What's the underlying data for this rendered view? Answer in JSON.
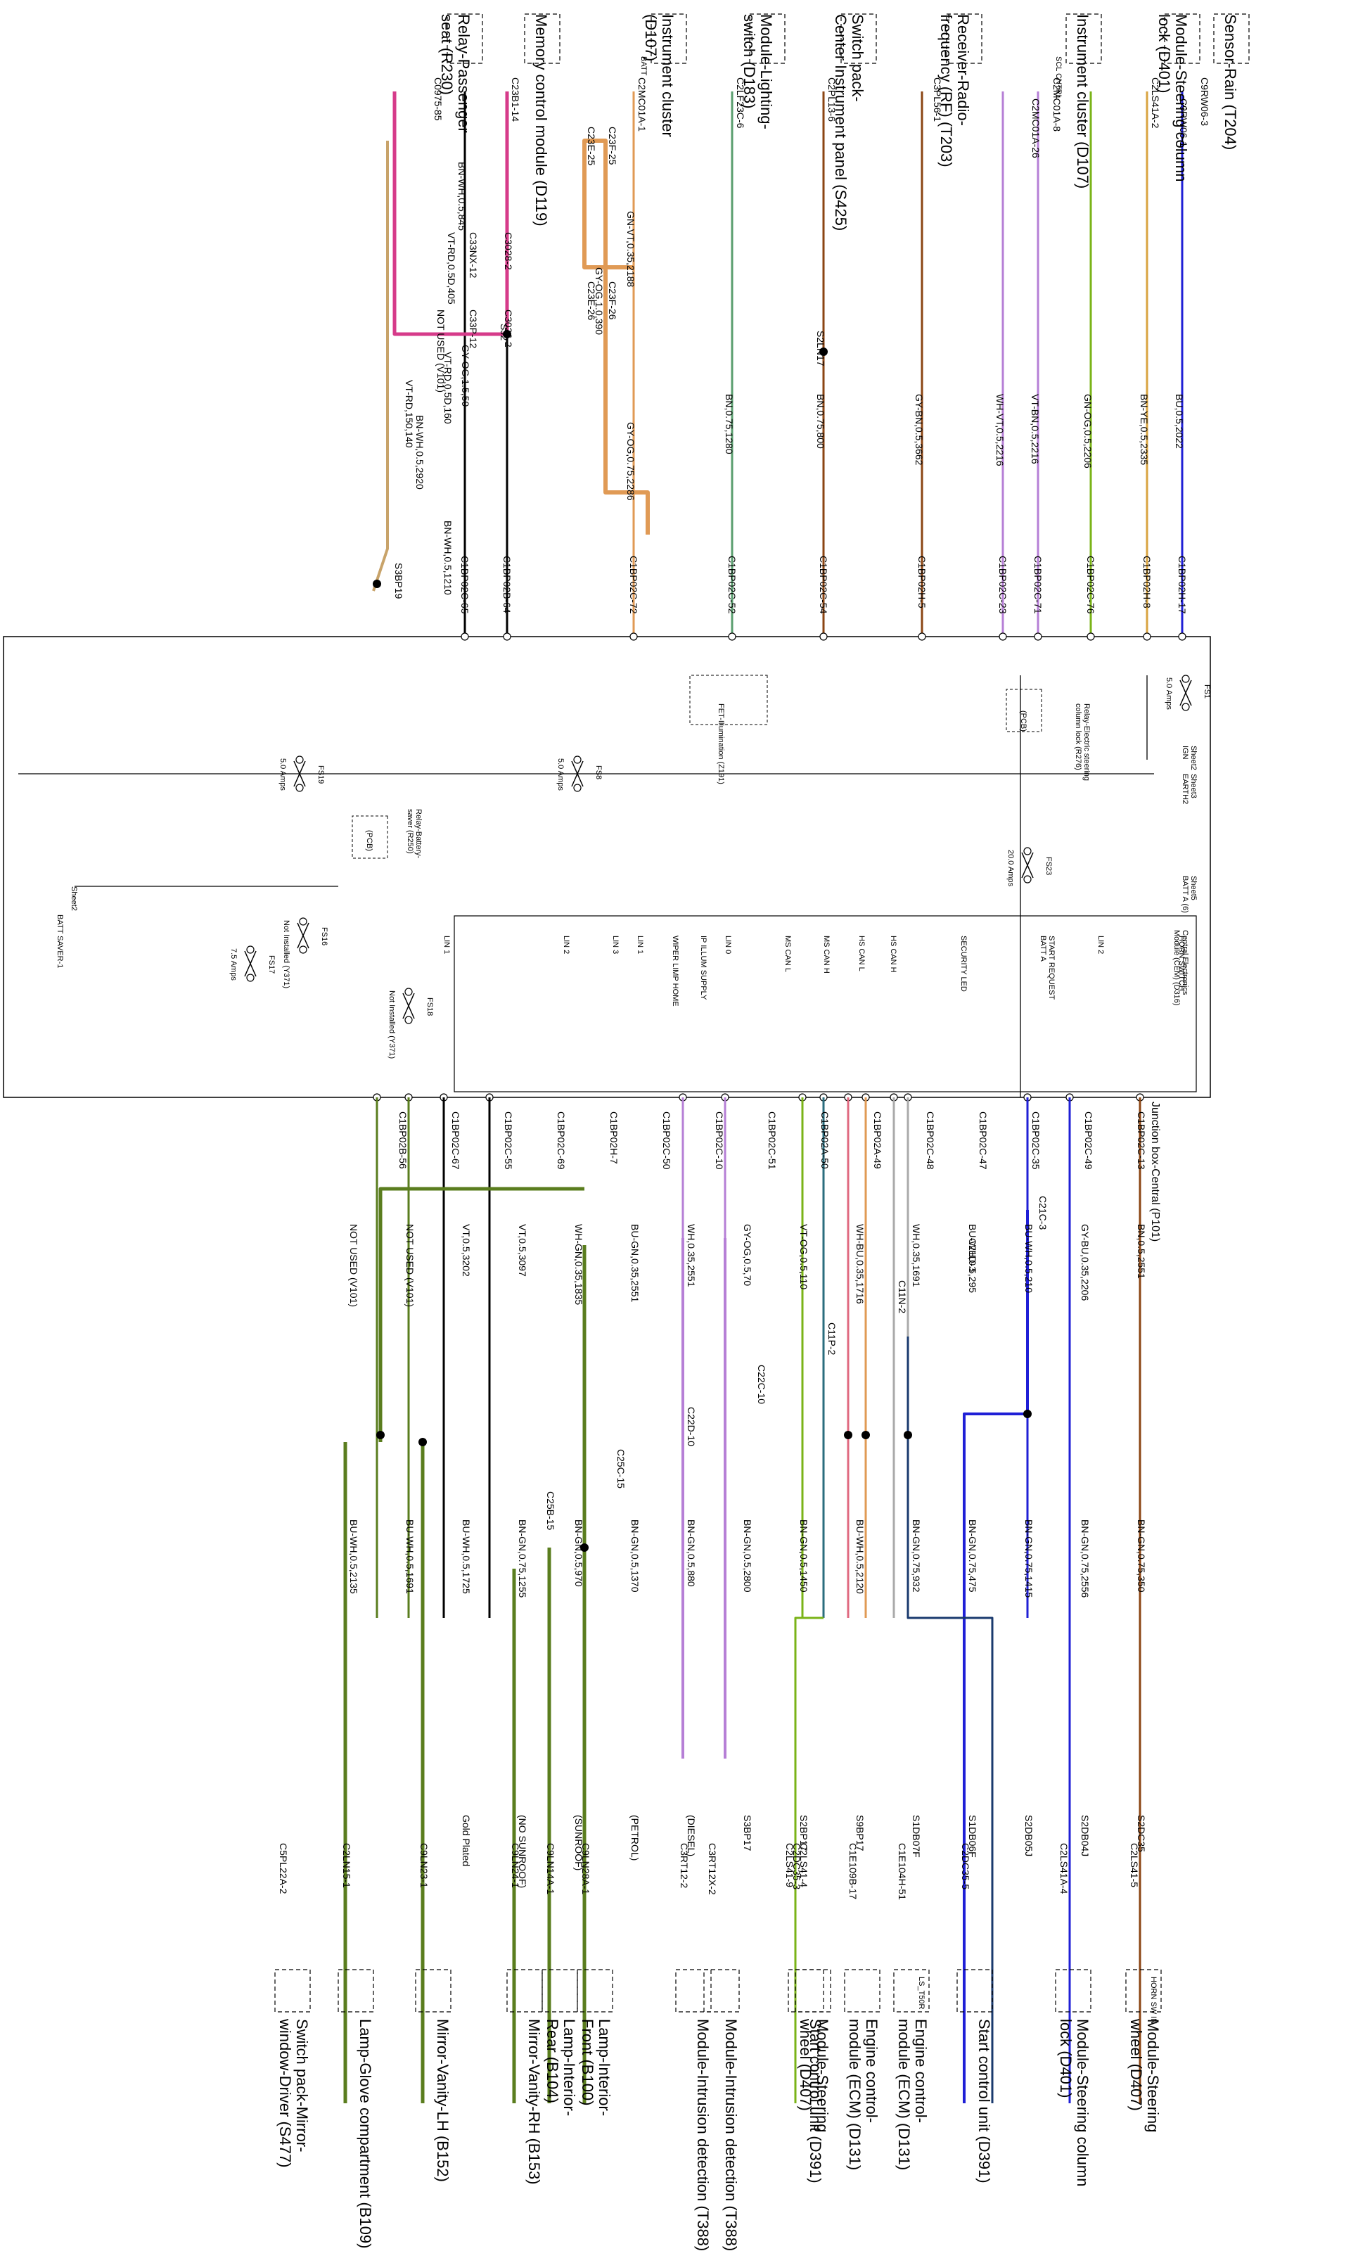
{
  "top_components": [
    {
      "key": "rain",
      "title": "Sensor-Rain (T204)",
      "pin": "C9RW06-3",
      "pin2": "C9RW06-1"
    },
    {
      "key": "steer_top",
      "title": "Module-Steering column\nlock (D401)",
      "pin": "C2LS41A-2"
    },
    {
      "key": "ic_top",
      "title": "Instrument cluster (D107)",
      "pin": "C2MC01A-8",
      "pin2": "C2MC01A-26",
      "inner": "SCL CNTRL"
    },
    {
      "key": "rf",
      "title": "Receiver-Radio-\nfrequency (RF) (T203)",
      "pin": "C3PL56-1"
    },
    {
      "key": "sw",
      "title": "Switch pack-\nCenter Instrument panel (S425)",
      "pin": "C2PL13-6"
    },
    {
      "key": "lt",
      "title": "Module-Lighting-\nswitch (D183)",
      "pin": "C2LF23C-6"
    },
    {
      "key": "ic2",
      "title": "Instrument cluster\n(D107)",
      "pin": "C2MC01A-1",
      "inner": "BATT"
    },
    {
      "key": "mem",
      "title": "Memory control module (D119)",
      "pin": "C23B1-14"
    },
    {
      "key": "relay",
      "title": "Relay-Passenger\nseat (R230)",
      "pin": "C0975-85"
    }
  ],
  "upper_wire_labels": [
    "BU,0.5,2022",
    "BN-YE,0.5,2335",
    "GN-OG,0.5,2206",
    "VT-BN,0.5,2216",
    "WH-VT,0.5,2216",
    "GY-BN,0.5,3662",
    "BN,0.75,800",
    "BN,0.75,1280",
    "GN-VT,0.35,2188",
    "GY-OG,0.75,2286",
    "GY-OG,1.0,390",
    "GY-OG,1.5,50",
    "BN-WH,0.5,845",
    "VT-RD,0.5D,405",
    "VT-RD,150,140",
    "VT-RD,0.5D,160",
    "BN-WH,0.5,2920",
    "BN-WH,0.5,1210",
    "NOT USED (V101)",
    "S2LN17",
    "SJ2",
    "S3BP19"
  ],
  "upper_connectors": [
    "C1BP02H-17",
    "C1BP02H-8",
    "C1BP02C-76",
    "C1BP02C-71",
    "C1BP02C-23",
    "C1BP02H-5",
    "C1BP02C-54",
    "C1BP02C-52",
    "C1BP02C-72",
    "C1BP02B-64",
    "C1BP02C-65",
    "C23E-25",
    "C23E-26",
    "C23F-25",
    "C23F-26",
    "C3028-2",
    "C33NX-12",
    "C3026-2",
    "C33P-12"
  ],
  "junction_box": {
    "title": "Junction box-Central (P101)",
    "fuses": [
      {
        "name": "FS1",
        "rating": "5.0 Amps"
      },
      {
        "name": "FS23",
        "rating": "20.0 Amps"
      },
      {
        "name": "FS8",
        "rating": "5.0 Amps"
      },
      {
        "name": "FS19",
        "rating": "5.0 Amps"
      },
      {
        "name": "FS17",
        "rating": "7.5 Amps"
      },
      {
        "name": "FS16",
        "rating": "Not Installed (Y371)"
      },
      {
        "name": "FS18",
        "rating": "Not Installed (Y371)"
      }
    ],
    "sheets": [
      "Sheet2\nIGN",
      "Sheet3\nEARTH2",
      "Sheet5\nBATT A (6)",
      "Sheet2"
    ],
    "relay_steering": "Relay-Electric steering\ncolumn lock (R276)",
    "relay_battery": "Relay-Battery-\nsaver (R250)",
    "fet": "FET-Illumination (Z191)",
    "pcb": "(PCB)",
    "batt_saver": "BATT SAVER-1",
    "cem": "Central Electronics\nModule (CEM) (D316)",
    "cem_pins": [
      "HORN SWITCH",
      "LIN 2",
      "START REQUEST\nBATT A",
      "SECURITY LED",
      "HS CAN H",
      "HS CAN L",
      "MS CAN H",
      "MS CAN L",
      "LIN 0",
      "IP ILLUM SUPPLY",
      "WIPER LIMP HOME",
      "LIN 1",
      "LIN 3",
      "LIN 2",
      "LIN 1"
    ]
  },
  "lower_connectors": [
    "C1BP02C-13",
    "C1BP02C-49",
    "C1BP02C-35",
    "C1BP02C-47",
    "C1BP02C-48",
    "C1BP02A-49",
    "C1BP02A-50",
    "C1BP02C-51",
    "C1BP02C-10",
    "C1BP02C-50",
    "C1BP02H-7",
    "C1BP02C-69",
    "C1BP02C-55",
    "C1BP02C-67",
    "C1BP02B-56",
    "C21C-3",
    "C21D-3",
    "C11N-2",
    "C11P-2",
    "C22C-10",
    "C22D-10",
    "C25C-15",
    "C25B-15"
  ],
  "lower_wire_labels": [
    "BN,0.5,2551",
    "GY-BU,0.35,2206",
    "BU-WH,0.5,210",
    "BU-WH,0.5,295",
    "WH,0.35,1691",
    "WH-BU,0.35,1716",
    "VT-OG,0.5,110",
    "GY-OG,0.5,70",
    "WH,0.35,2551",
    "BU-GN,0.35,2551",
    "WH-GN,0.35,1835",
    "VT,0.5,3097",
    "VT,0.5,3202",
    "NOT USED (V101)",
    "NOT USED (V101)",
    "BN-GN,0.75,350",
    "BN-GN,0.75,2556",
    "BN-GN,0.75,1415",
    "BN-GN,0.75,475",
    "BN-GN,0.75,932",
    "BU-WH,0.5,2120",
    "BN-GN,0.5,1450",
    "BN-GN,0.5,2800",
    "BN-GN,0.5,880",
    "BN-GN,0.5,1370",
    "BN-GN,0.5,970",
    "BN-GN,0.75,1255",
    "BU-WH,0.5,1725",
    "BU-WH,0.5,1691",
    "BU-WH,0.5,2135",
    "S2DC35",
    "S2DB04J",
    "S2DB05J",
    "S1DB06F",
    "S1DB07F",
    "S9BP17",
    "S2BP17",
    "S3BP17",
    "(DIESEL)",
    "(PETROL)",
    "(SUNROOF)",
    "(NO SUNROOF)",
    "Gold Plated"
  ],
  "bottom_components": [
    {
      "key": "steer_wheel",
      "title": "Module-Steering\nwheel (D407)",
      "pin": "C2LS41-5",
      "inner": "HORN SW IN"
    },
    {
      "key": "steer_lock",
      "title": "Module-Steering column\nlock (D401)",
      "pin": "C2LS41A-4"
    },
    {
      "key": "start1",
      "title": "Start control unit (D391)",
      "pin": "C2DC35-5"
    },
    {
      "key": "ecm1",
      "title": "Engine control-\nmodule (ECM) (D131)",
      "pin": "C1E104H-51",
      "inner": "LS_T50R"
    },
    {
      "key": "ecm2",
      "title": "Engine control-\nmodule (ECM) (D131)",
      "pin": "C1E109B-17"
    },
    {
      "key": "start2",
      "title": "Start control unit (D391)",
      "pin": "C2DC35-3"
    },
    {
      "key": "steer_wheel2",
      "title": "Module-Steering\nwheel (D407)",
      "pin": "C2LS41-4",
      "pin2": "C2LS41-9"
    },
    {
      "key": "intr1",
      "title": "Module-Intrusion detection (T388)",
      "pin": "C3RT12X-2"
    },
    {
      "key": "intr2",
      "title": "Module-Intrusion detection (T388)",
      "pin": "C3RT12-2"
    },
    {
      "key": "lamp_front",
      "title": "Lamp-Interior-\nFront (B100)",
      "pin": "C9LN28A-1"
    },
    {
      "key": "lamp_rear",
      "title": "Lamp-Interior-\nRear (B104)",
      "pin": "C9LN14A-1"
    },
    {
      "key": "mirror_rh",
      "title": "Mirror-Vanity-RH (B153)",
      "pin": "C9LN24-1"
    },
    {
      "key": "mirror_lh",
      "title": "Mirror-Vanity-LH (B152)",
      "pin": "C9LN23-1"
    },
    {
      "key": "glove",
      "title": "Lamp-Glove compartment (B109)",
      "pin": "C2LN15-1"
    },
    {
      "key": "mirror_sw",
      "title": "Switch pack-Mirror-\nwindow-Driver (S477)",
      "pin": "C5PL22A-2"
    }
  ],
  "colors": {
    "brown": "#8b4513",
    "blue": "#1f1fd6",
    "tan": "#d9a441",
    "green": "#7ab317",
    "violet": "#b67fd6",
    "orange": "#e09a55",
    "magenta": "#d63b8a",
    "dark_green": "#5a7d1e",
    "pink": "#e06a80",
    "grey": "#888888",
    "navy": "#1a3a6e"
  }
}
